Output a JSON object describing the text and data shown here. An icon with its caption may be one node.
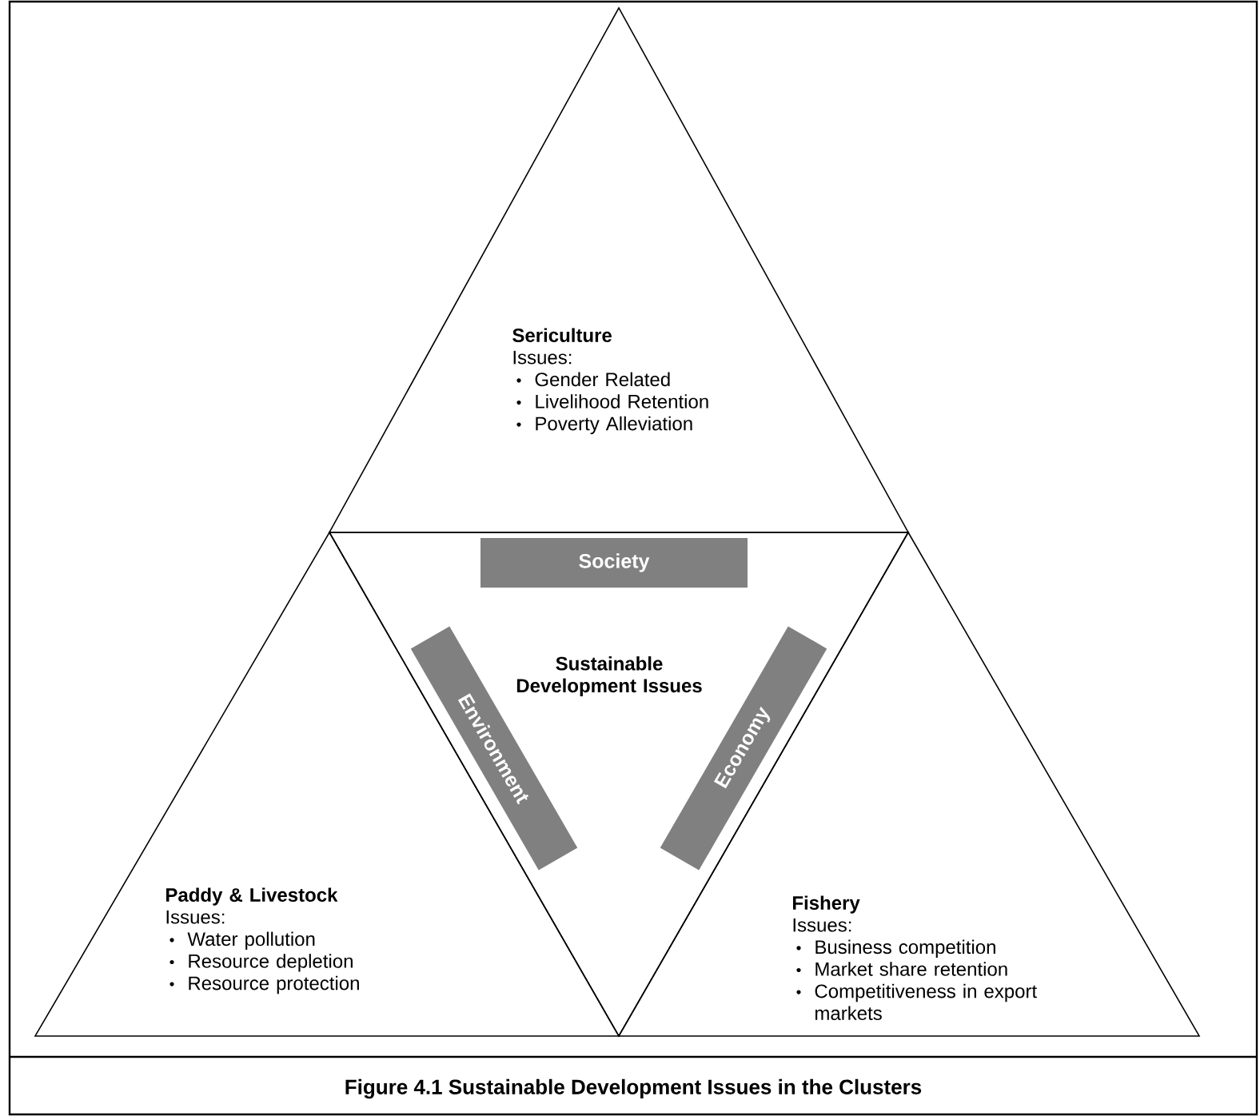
{
  "diagram": {
    "caption": "Figure 4.1 Sustainable Development Issues in the Clusters",
    "nodes": [
      {
        "text": [
          "Sericulture",
          "Issues:",
          "Gender Related",
          "Livelihood Retention",
          "Poverty Alleviation"
        ]
      },
      {
        "text": [
          "Sustainable Development Issues"
        ]
      },
      {
        "text": [
          "Society"
        ],
        "in": 1
      },
      {
        "text": [
          "Environment"
        ],
        "in": 1
      },
      {
        "text": [
          "Economy"
        ],
        "in": 1
      },
      {
        "text": [
          "Paddy & Livestock",
          "Issues:",
          "Water pollution",
          "Resource depletion",
          "Resource protection"
        ]
      },
      {
        "text": [
          "Fishery",
          "Issues:",
          "Business competition",
          "Market share retention",
          "Competitiveness in export markets"
        ]
      }
    ],
    "edges": []
  }
}
